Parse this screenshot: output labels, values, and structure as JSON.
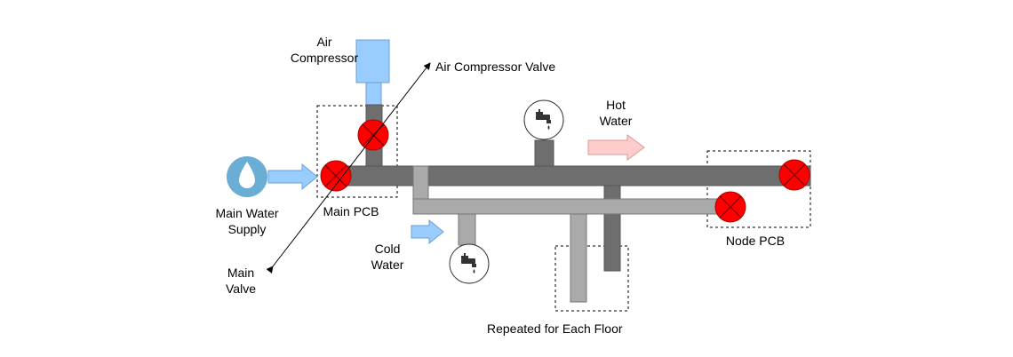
{
  "labels": {
    "air_compressor_line1": "Air",
    "air_compressor_line2": "Compressor",
    "air_compressor_valve": "Air Compressor Valve",
    "hot_water_line1": "Hot",
    "hot_water_line2": "Water",
    "main_water_supply_line1": "Main Water",
    "main_water_supply_line2": "Supply",
    "main_pcb": "Main PCB",
    "cold_water_line1": "Cold",
    "cold_water_line2": "Water",
    "node_pcb": "Node PCB",
    "main_valve_line1": "Main",
    "main_valve_line2": "Valve",
    "repeated_for_each_floor": "Repeated for Each Floor"
  },
  "colors": {
    "hot_pipe": "#6e6e6e",
    "cold_pipe": "#aaaaaa",
    "valve": "#ff0000",
    "compressor": "#99ccff",
    "cold_arrow": "#99ccff",
    "hot_arrow": "#ffcccc",
    "water_drop": "#6aaed6"
  },
  "icons": {
    "water_source": "water-drop-icon",
    "valve": "valve-x-icon",
    "faucet": "faucet-icon"
  }
}
